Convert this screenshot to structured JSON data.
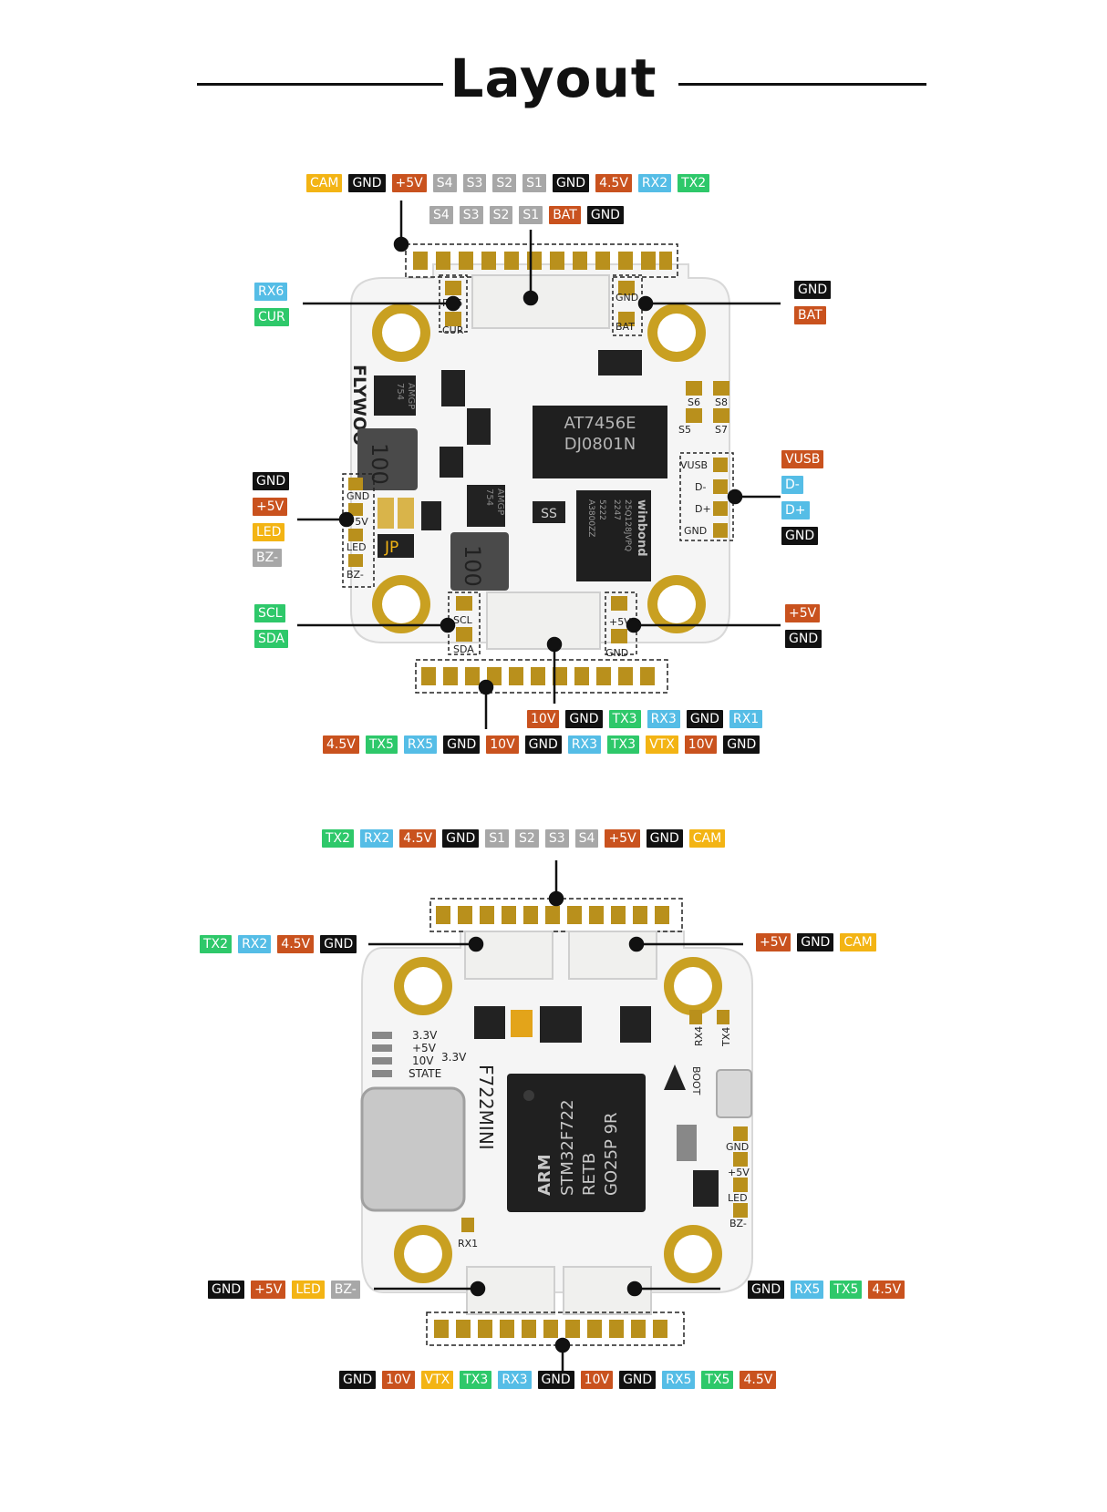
{
  "title": "Layout",
  "colors": {
    "GND": "#111111",
    "+5V": "#c9521e",
    "4.5V": "#c9521e",
    "10V": "#c9521e",
    "BAT": "#c9521e",
    "VUSB": "#c9521e",
    "CAM": "#f3b414",
    "LED": "#f3b414",
    "VTX": "#f3b414",
    "S": "#a7a7a7",
    "BZ-": "#a7a7a7",
    "RX": "#55bde6",
    "D": "#55bde6",
    "TX": "#2ec86a",
    "CUR": "#2ec86a",
    "SCL": "#2ec86a",
    "SDA": "#2ec86a",
    "pad": "#b9901c",
    "board": "#f6f6f6",
    "mount": "#c9a021"
  },
  "top_board": {
    "labels_top_row1": [
      "CAM",
      "GND",
      "+5V",
      "S4",
      "S3",
      "S2",
      "S1",
      "GND",
      "4.5V",
      "RX2",
      "TX2"
    ],
    "labels_top_row2": [
      "S4",
      "S3",
      "S2",
      "S1",
      "BAT",
      "GND"
    ],
    "labels_left_rx6": [
      "RX6",
      "CUR"
    ],
    "labels_right_bat": [
      "GND",
      "BAT"
    ],
    "labels_left_led": [
      "GND",
      "+5V",
      "LED",
      "BZ-"
    ],
    "labels_right_usb": [
      "VUSB",
      "D-",
      "D+",
      "GND"
    ],
    "labels_left_i2c": [
      "SCL",
      "SDA"
    ],
    "labels_right_5v": [
      "+5V",
      "GND"
    ],
    "labels_bottom_row1": [
      "10V",
      "GND",
      "TX3",
      "RX3",
      "GND",
      "RX1"
    ],
    "labels_bottom_row2": [
      "4.5V",
      "TX5",
      "RX5",
      "GND",
      "10V",
      "GND",
      "RX3",
      "TX3",
      "VTX",
      "10V",
      "GND"
    ],
    "silk": {
      "rx6": "RX6",
      "cur": "CUR",
      "gnd": "GND",
      "bat": "BAT",
      "s6": "S6",
      "s8": "S8",
      "s5": "S5",
      "s7": "S7",
      "vusb": "VUSB",
      "dm": "D-",
      "dp": "D+",
      "gnd2": "GND",
      "gnd3": "GND",
      "p5v": "+5V",
      "led": "LED",
      "bz": "BZ-",
      "jp": "JP",
      "scl": "SCL",
      "sda": "SDA",
      "p5v2": "+5V",
      "gnd4": "GND",
      "brand": "FLYWOO",
      "chip1": "AT7456E",
      "chip2": "DJ0801N",
      "ind": "100",
      "ind2": "100",
      "ss": "SS",
      "flash1": "winbond",
      "flash2": "25Q128JVPQ",
      "flash3": "2247",
      "flash4": "5222",
      "flash5": "A3800ZZ",
      "ic1a": "AMGP",
      "ic1b": "754",
      "ic2a": "AMGP",
      "ic2b": "754"
    }
  },
  "bottom_board": {
    "labels_top": [
      "TX2",
      "RX2",
      "4.5V",
      "GND",
      "S1",
      "S2",
      "S3",
      "S4",
      "+5V",
      "GND",
      "CAM"
    ],
    "labels_left_top": [
      "TX2",
      "RX2",
      "4.5V",
      "GND"
    ],
    "labels_right_top": [
      "+5V",
      "GND",
      "CAM"
    ],
    "labels_left_bottom": [
      "GND",
      "+5V",
      "LED",
      "BZ-"
    ],
    "labels_right_bottom": [
      "GND",
      "RX5",
      "TX5",
      "4.5V"
    ],
    "labels_bottom": [
      "GND",
      "10V",
      "VTX",
      "TX3",
      "RX3",
      "GND",
      "10V",
      "GND",
      "RX5",
      "TX5",
      "4.5V"
    ],
    "silk": {
      "v33": "3.3V",
      "v5": "+5V",
      "v10": "10V",
      "v33b": "3.3V",
      "state": "STATE",
      "model": "F722MINI",
      "arm": "ARM",
      "mcu": "STM32F722",
      "mcu2": "RETB",
      "mcu3": "GO25P 9R",
      "boot": "BOOT",
      "rx4": "RX4",
      "tx4": "TX4",
      "gnd": "GND",
      "p5v": "+5V",
      "led": "LED",
      "bz": "BZ-",
      "rx1": "RX1"
    }
  }
}
